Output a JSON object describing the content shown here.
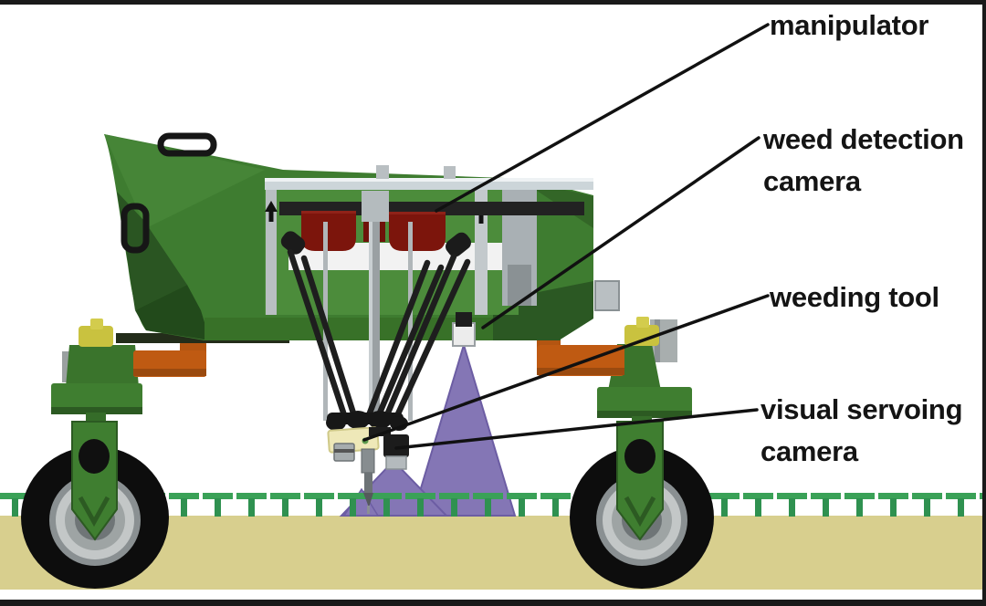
{
  "figure": {
    "title": "weeding robot labeled diagram",
    "background": "#ffffff",
    "frame_color": "#1a1a1a"
  },
  "labels": {
    "manipulator": {
      "text": "manipulator"
    },
    "weed_detection_camera": {
      "text": "weed detection\ncamera"
    },
    "weeding_tool": {
      "text": "weeding tool"
    },
    "visual_servoing_camera": {
      "text": "visual servoing\ncamera"
    }
  },
  "colors": {
    "robot_body_green": "#3e7c30",
    "body_shadow_green": "#2a5522",
    "motor_red": "#7c150c",
    "axle_orange": "#bf5a12",
    "knob_yellow": "#c9c23f",
    "rail_gray": "#ccd5d9",
    "camera_fov_purple": "#8476b5",
    "soil_tan": "#d8cf8e",
    "crop_green": "#3aa157",
    "tire_black": "#0d0d0d",
    "label_text": "#141414"
  }
}
